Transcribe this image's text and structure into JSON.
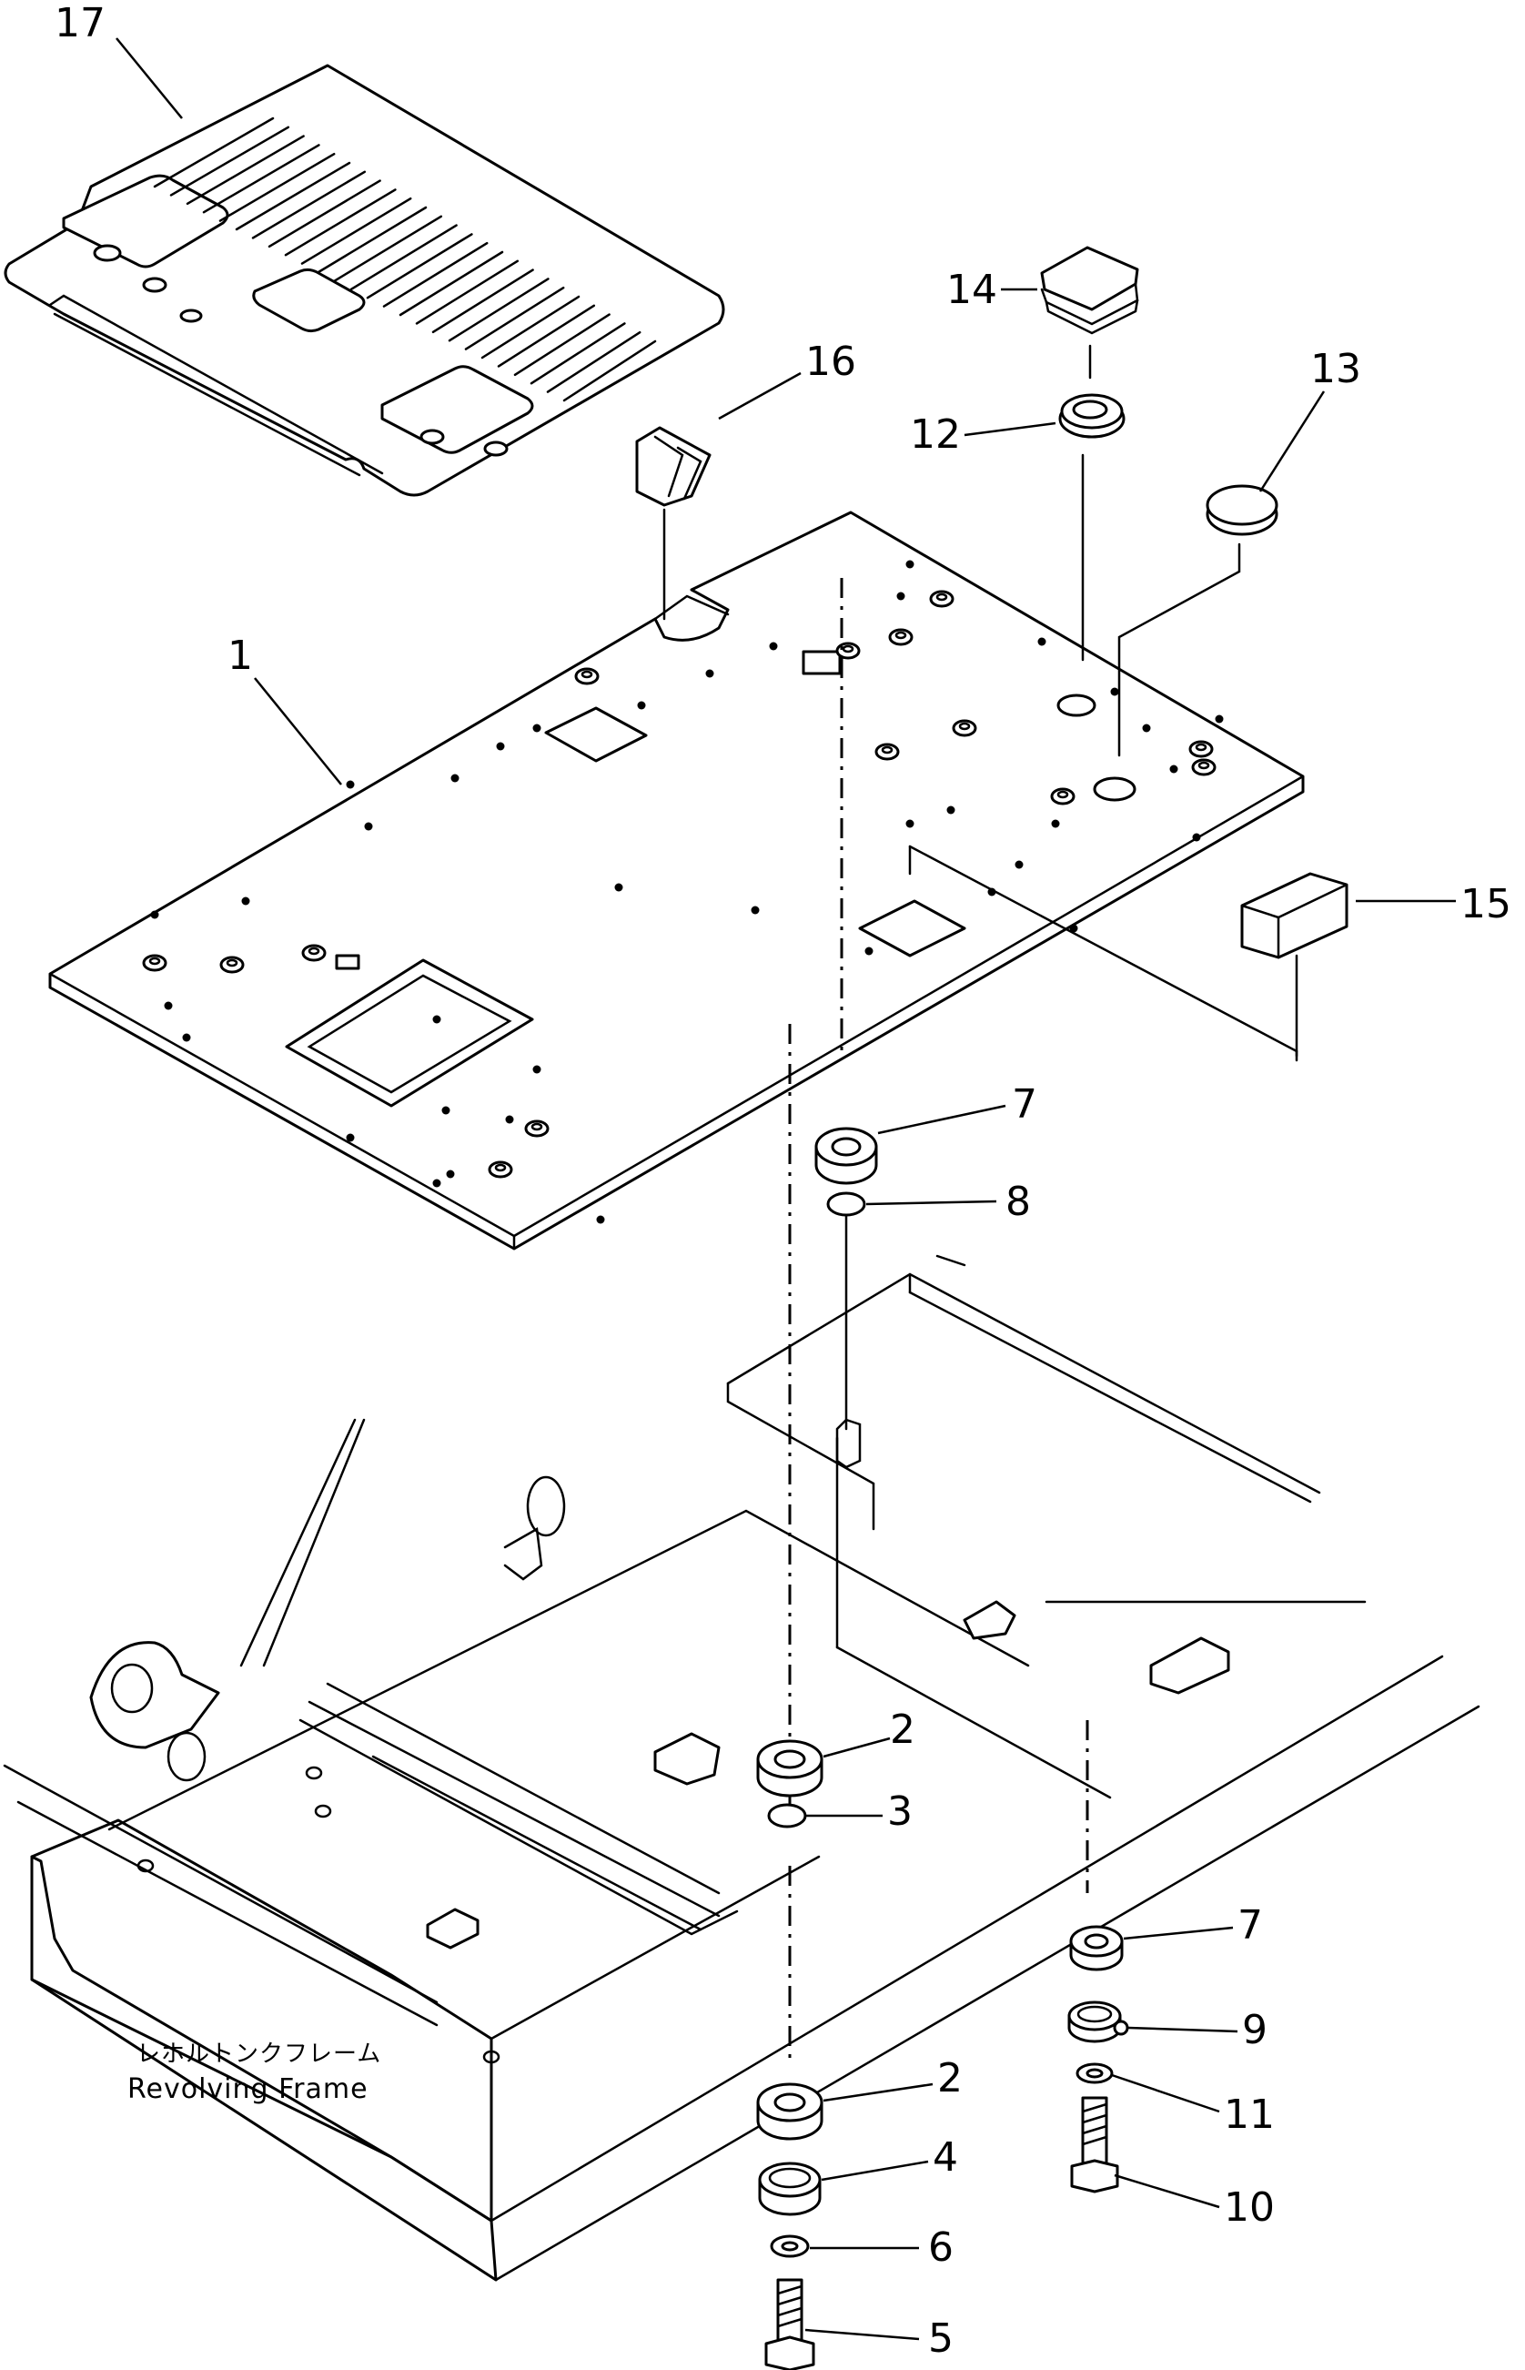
{
  "callouts": [
    {
      "id": "17",
      "text": "17"
    },
    {
      "id": "16",
      "text": "16"
    },
    {
      "id": "14",
      "text": "14"
    },
    {
      "id": "13",
      "text": "13"
    },
    {
      "id": "12",
      "text": "12"
    },
    {
      "id": "1",
      "text": "1"
    },
    {
      "id": "15",
      "text": "15"
    },
    {
      "id": "7a",
      "text": "7"
    },
    {
      "id": "8",
      "text": "8"
    },
    {
      "id": "2a",
      "text": "2"
    },
    {
      "id": "3",
      "text": "3"
    },
    {
      "id": "7b",
      "text": "7"
    },
    {
      "id": "9",
      "text": "9"
    },
    {
      "id": "2b",
      "text": "2"
    },
    {
      "id": "11",
      "text": "11"
    },
    {
      "id": "4",
      "text": "4"
    },
    {
      "id": "10",
      "text": "10"
    },
    {
      "id": "6",
      "text": "6"
    },
    {
      "id": "5",
      "text": "5"
    }
  ],
  "frame_label": {
    "japanese": "レホルトンクフレーム",
    "english": "Revolving  Frame"
  }
}
